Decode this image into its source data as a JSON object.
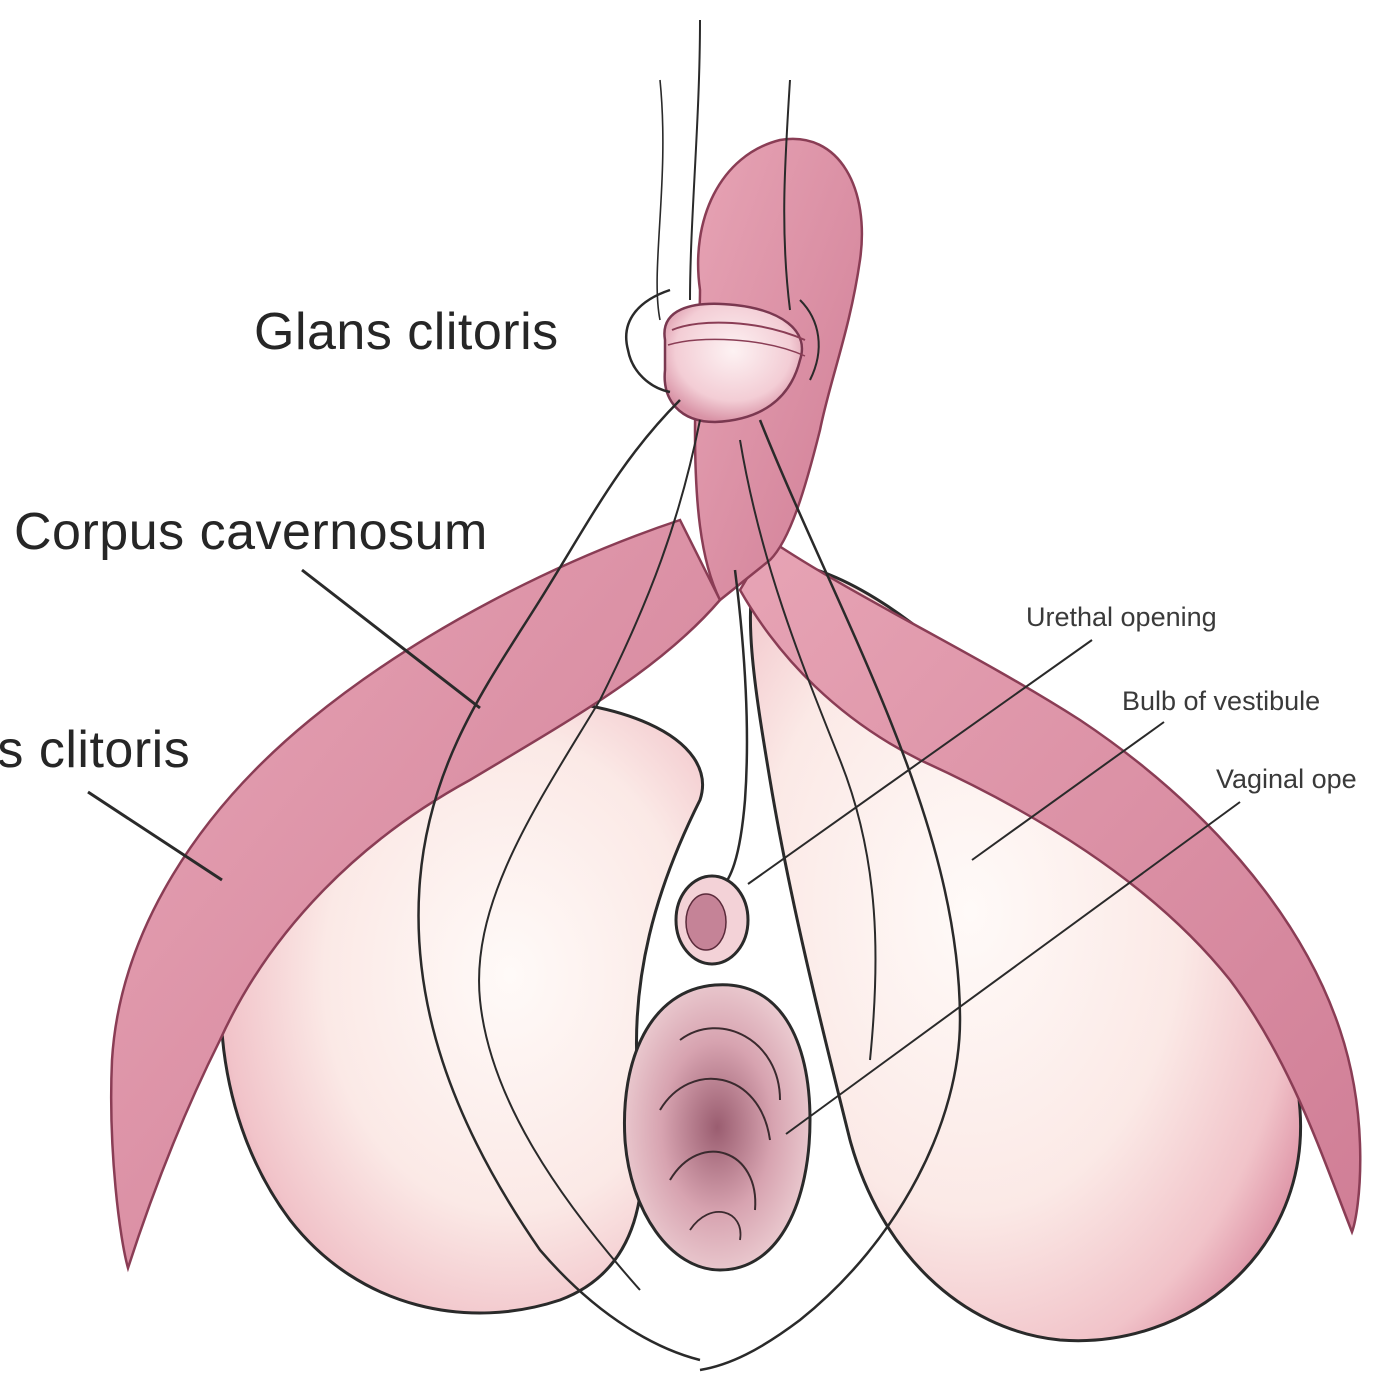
{
  "labels": {
    "glans": "Glans clitoris",
    "corpus": "Corpus cavernosum",
    "body": "us clitoris",
    "urethral": "Urethal opening",
    "bulb": "Bulb of vestibule",
    "vaginal": "Vaginal ope"
  },
  "colors": {
    "background": "#ffffff",
    "crura_pink": "#dc8ea4",
    "crura_dark": "#b9607c",
    "bulb_light": "#fbe8e5",
    "bulb_shade": "#e9acb8",
    "outline": "#2a2a2a",
    "label_text": "#262626"
  }
}
